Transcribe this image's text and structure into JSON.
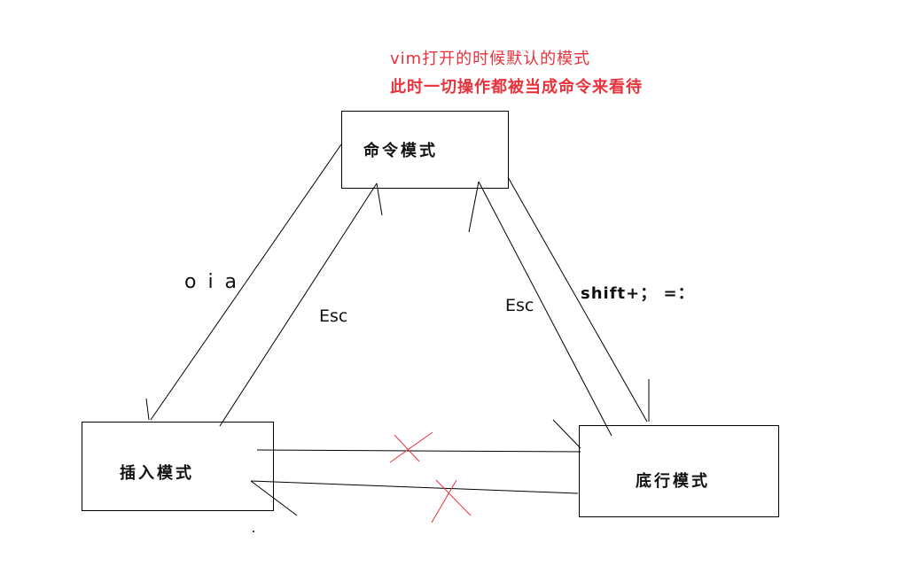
{
  "note": {
    "line1": "vim打开的时候默认的模式",
    "line2": "此时一切操作都被当成命令来看待",
    "color": "#e8323c"
  },
  "boxes": {
    "command": "命令模式",
    "insert": "插入模式",
    "lastline": "底行模式"
  },
  "labels": {
    "oia": "o i a",
    "esc_left": "Esc",
    "esc_right": "Esc",
    "shift": "shift+； =："
  },
  "colors": {
    "line": "#000000",
    "cross": "#e8323c"
  }
}
